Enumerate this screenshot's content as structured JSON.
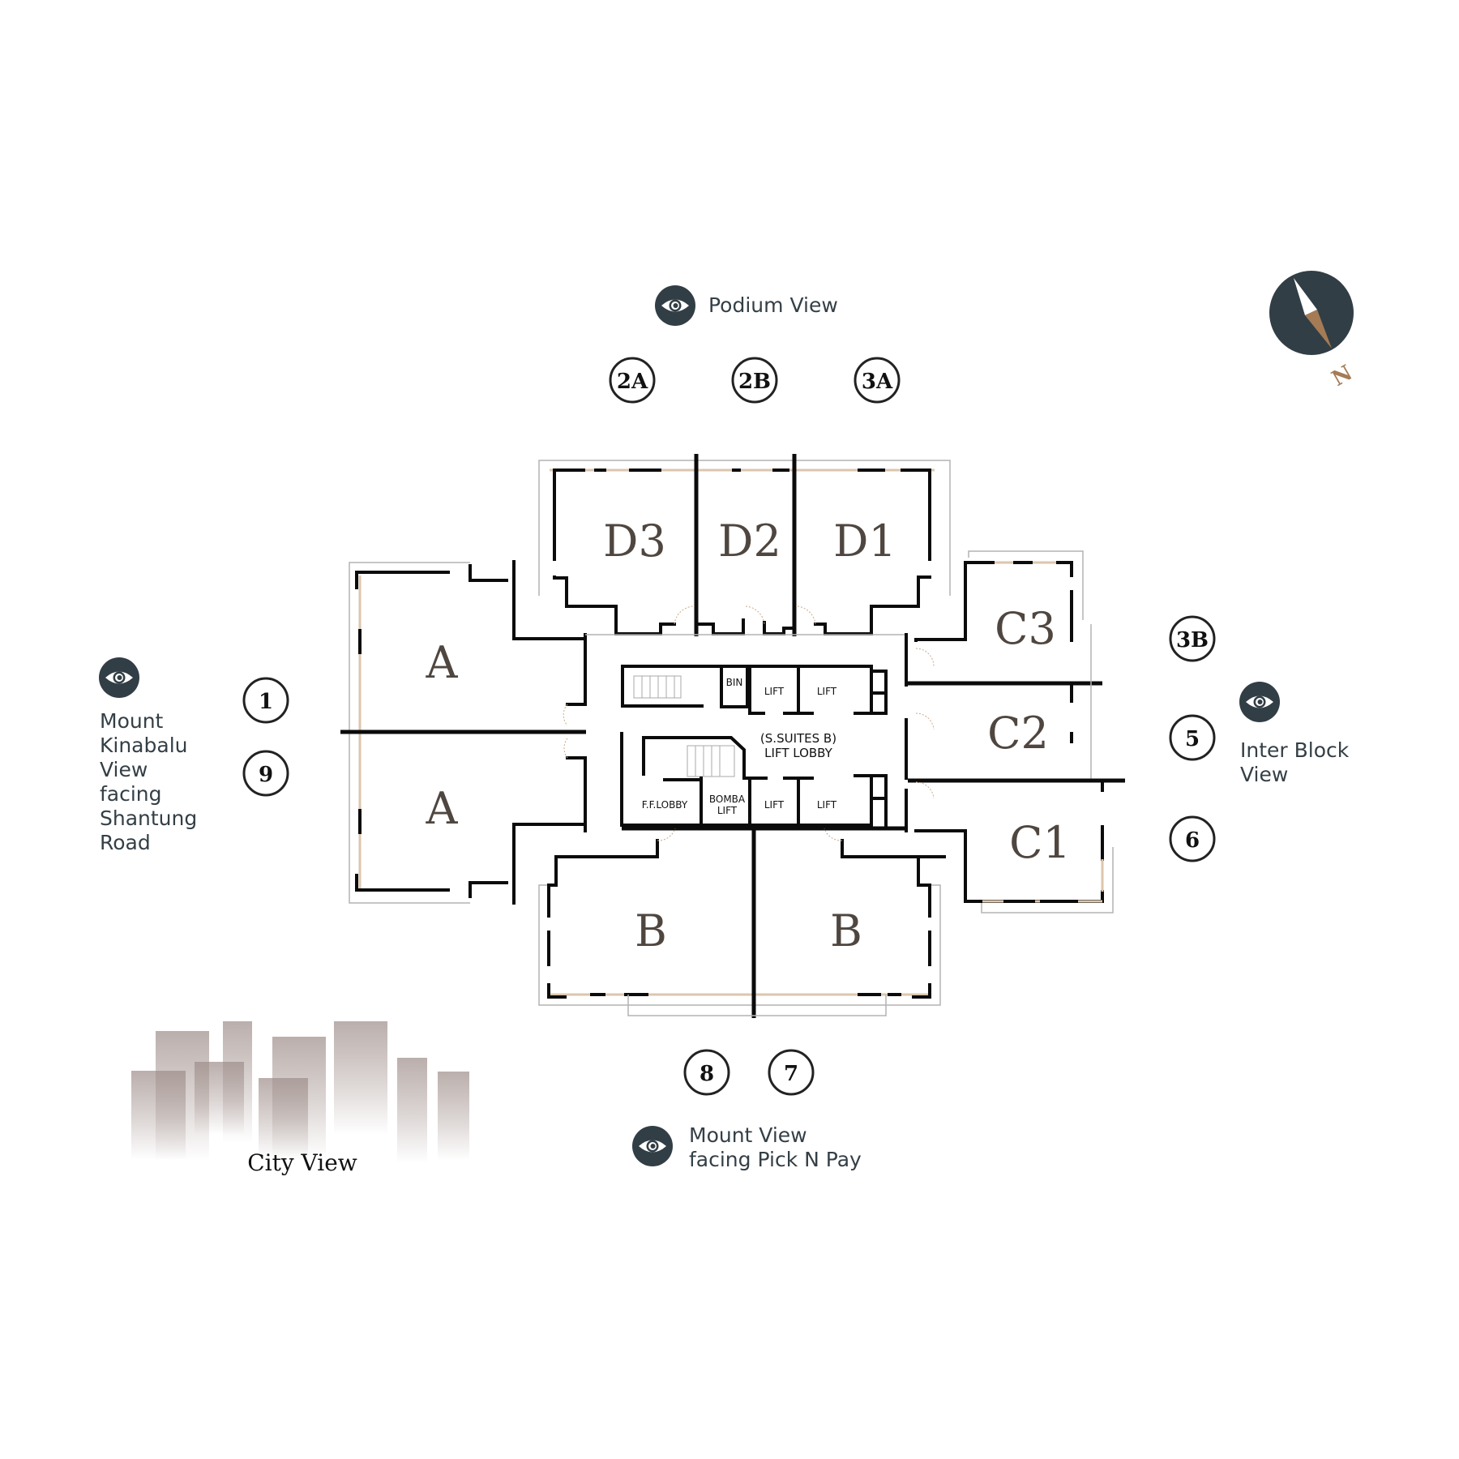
{
  "colors": {
    "icon_bg": "#323e45",
    "view_text": "#343f46",
    "unit_label": "#4f4640",
    "compass_needle_south": "#a57b56",
    "compass_north_label": "#a57b56",
    "city_building": "#9d8c88"
  },
  "compass": {
    "icon": "compass-icon",
    "north_label": "N"
  },
  "views": {
    "podium": {
      "icon": "eye-icon",
      "label": "Podium View"
    },
    "mount_kinabalu": {
      "icon": "eye-icon",
      "lines": [
        "Mount",
        "Kinabalu",
        "View",
        "facing",
        "Shantung",
        "Road"
      ]
    },
    "inter_block": {
      "icon": "eye-icon",
      "lines": [
        "Inter Block",
        "View"
      ]
    },
    "mount_pick_n_pay": {
      "icon": "eye-icon",
      "lines": [
        "Mount View",
        "facing Pick N Pay"
      ]
    },
    "city": {
      "icon": "city-skyline-icon",
      "label": "City View"
    }
  },
  "badges": {
    "b2A": "2A",
    "b2B": "2B",
    "b3A": "3A",
    "b3B": "3B",
    "b1": "1",
    "b9": "9",
    "b5": "5",
    "b6": "6",
    "b8": "8",
    "b7": "7"
  },
  "units": {
    "D3": "D3",
    "D2": "D2",
    "D1": "D1",
    "A_top": "A",
    "A_bottom": "A",
    "C3": "C3",
    "C2": "C2",
    "C1": "C1",
    "B_left": "B",
    "B_right": "B"
  },
  "core": {
    "bin": "BIN",
    "lift": "LIFT",
    "lobby_line1": "(S.SUITES B)",
    "lobby_line2": "LIFT LOBBY",
    "ff_lobby": "F.F.LOBBY",
    "bomba_line1": "BOMBA",
    "bomba_line2": "LIFT"
  }
}
